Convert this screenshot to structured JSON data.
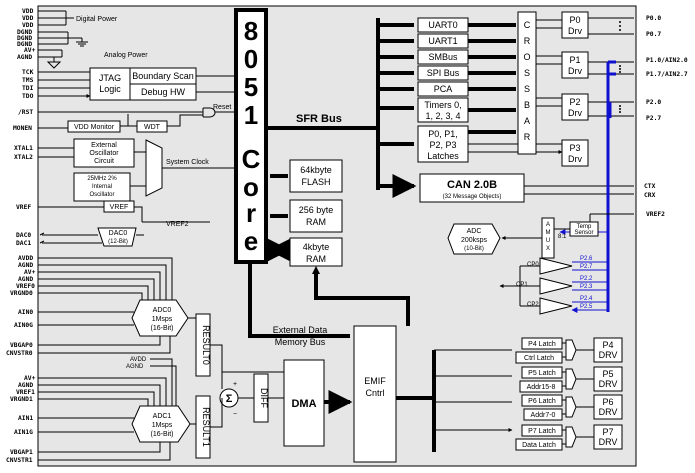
{
  "pins_left": {
    "vdd1": "VDD",
    "vdd2": "VDD",
    "vdd3": "VDD",
    "dgnd1": "DGND",
    "dgnd2": "DGND",
    "dgnd3": "DGND",
    "avplus": "AV+",
    "agnd": "AGND",
    "tck": "TCK",
    "tms": "TMS",
    "tdi": "TDI",
    "tdo": "TDO",
    "rst": "/RST",
    "monen": "MONEN",
    "xtal1": "XTAL1",
    "xtal2": "XTAL2",
    "vref": "VREF",
    "dac0": "DAC0",
    "dac1": "DAC1",
    "avdd_a": "AVDD",
    "agnd_a": "AGND",
    "avplus_a": "AV+",
    "agnd_a2": "AGND",
    "vref0": "VREF0",
    "vrgnd0": "VRGND0",
    "ain0": "AIN0",
    "ain0g": "AIN0G",
    "vbgap0": "VBGAP0",
    "cnvstr0": "CNVSTR0",
    "avplus_b": "AV+",
    "agnd_b": "AGND",
    "vref1": "VREF1",
    "vrgnd1": "VRGND1",
    "ain1": "AIN1",
    "ain1g": "AIN1G",
    "vbgap1": "VBGAP1",
    "cnvstr1": "CNVSTR1"
  },
  "labels": {
    "digital_power": "Digital Power",
    "analog_power": "Analog Power",
    "jtag_logic": [
      "JTAG",
      "Logic"
    ],
    "boundary_scan": "Boundary Scan",
    "debug_hw": "Debug HW",
    "reset": "Reset",
    "vdd_monitor": "VDD Monitor",
    "wdt": "WDT",
    "ext_osc": [
      "External",
      "Oscillator",
      "Circuit"
    ],
    "int_osc": [
      "25MHz 2%",
      "Internal",
      "Oscillator"
    ],
    "system_clock": "System  Clock",
    "vref_block": "VREF",
    "vref2": "VREF2",
    "dac0_block": [
      "DAC0",
      "(12-Bit)"
    ],
    "adc0_block": [
      "ADC0",
      "1Msps",
      "(16-Bit)"
    ],
    "adc1_block": [
      "ADC1",
      "1Msps",
      "(16-Bit)"
    ],
    "result0": "RESULT0",
    "result1": "RESULT1",
    "avdd_c": "AVDD",
    "agnd_c": "AGND",
    "diff": "DIFF",
    "sigma": "Σ",
    "plus": "+",
    "minus": "−",
    "dma": "DMA",
    "emif": [
      "EMIF",
      "Cntrl"
    ],
    "ext_bus": [
      "External Data",
      "Memory Bus"
    ],
    "core_chars": [
      "8",
      "0",
      "5",
      "1",
      "C",
      "o",
      "r",
      "e"
    ],
    "sfr_bus": "SFR Bus",
    "flash": [
      "64kbyte",
      "FLASH"
    ],
    "ram256": [
      "256 byte",
      "RAM"
    ],
    "ram4k": [
      "4kbyte",
      "RAM"
    ],
    "uart0": "UART0",
    "uart1": "UART1",
    "smbus": "SMBus",
    "spi": "SPI Bus",
    "pca": "PCA",
    "timers": [
      "Timers 0,",
      "1, 2, 3, 4"
    ],
    "latches": [
      "P0, P1,",
      "P2, P3",
      "Latches"
    ],
    "can": [
      "CAN 2.0B",
      "(32 Message Objects)"
    ],
    "crossbar_chars": [
      "C",
      "R",
      "O",
      "S",
      "S",
      "B",
      "A",
      "R"
    ],
    "p0drv": [
      "P0",
      "Drv"
    ],
    "p1drv": [
      "P1",
      "Drv"
    ],
    "p2drv": [
      "P2",
      "Drv"
    ],
    "p3drv": [
      "P3",
      "Drv"
    ],
    "amux_chars": [
      "A",
      "M",
      "U",
      "X"
    ],
    "amux_ratio": "8:1",
    "temp_sensor": [
      "Temp",
      "Sensor"
    ],
    "adc200": [
      "ADC",
      "200ksps",
      "(10-Bit)"
    ],
    "cp0": "CP0",
    "cp1": "CP1",
    "cp2": "CP2",
    "p26": "P2.6",
    "p27": "P2.7",
    "p22": "P2.2",
    "p23": "P2.3",
    "p24": "P2.4",
    "p25": "P2.5",
    "p4latch": "P4 Latch",
    "ctrl_latch": "Ctrl Latch",
    "p5latch": "P5 Latch",
    "addr15": "Addr15-8",
    "p6latch": "P6 Latch",
    "addr7": "Addr7-0",
    "p7latch": "P7 Latch",
    "data_latch": "Data Latch",
    "p4drv": [
      "P4",
      "DRV"
    ],
    "p5drv": [
      "P5",
      "DRV"
    ],
    "p6drv": [
      "P6",
      "DRV"
    ],
    "p7drv": [
      "P7",
      "DRV"
    ]
  },
  "pins_right": {
    "p00": "P0.0",
    "p07": "P0.7",
    "p10": "P1.0/AIN2.0",
    "p17": "P1.7/AIN2.7",
    "p20": "P2.0",
    "p27": "P2.7",
    "ctx": "CTX",
    "crx": "CRX",
    "vref2": "VREF2"
  },
  "colors": {
    "fill": "#e6e6e6",
    "blue_bus": "#1010d0"
  }
}
